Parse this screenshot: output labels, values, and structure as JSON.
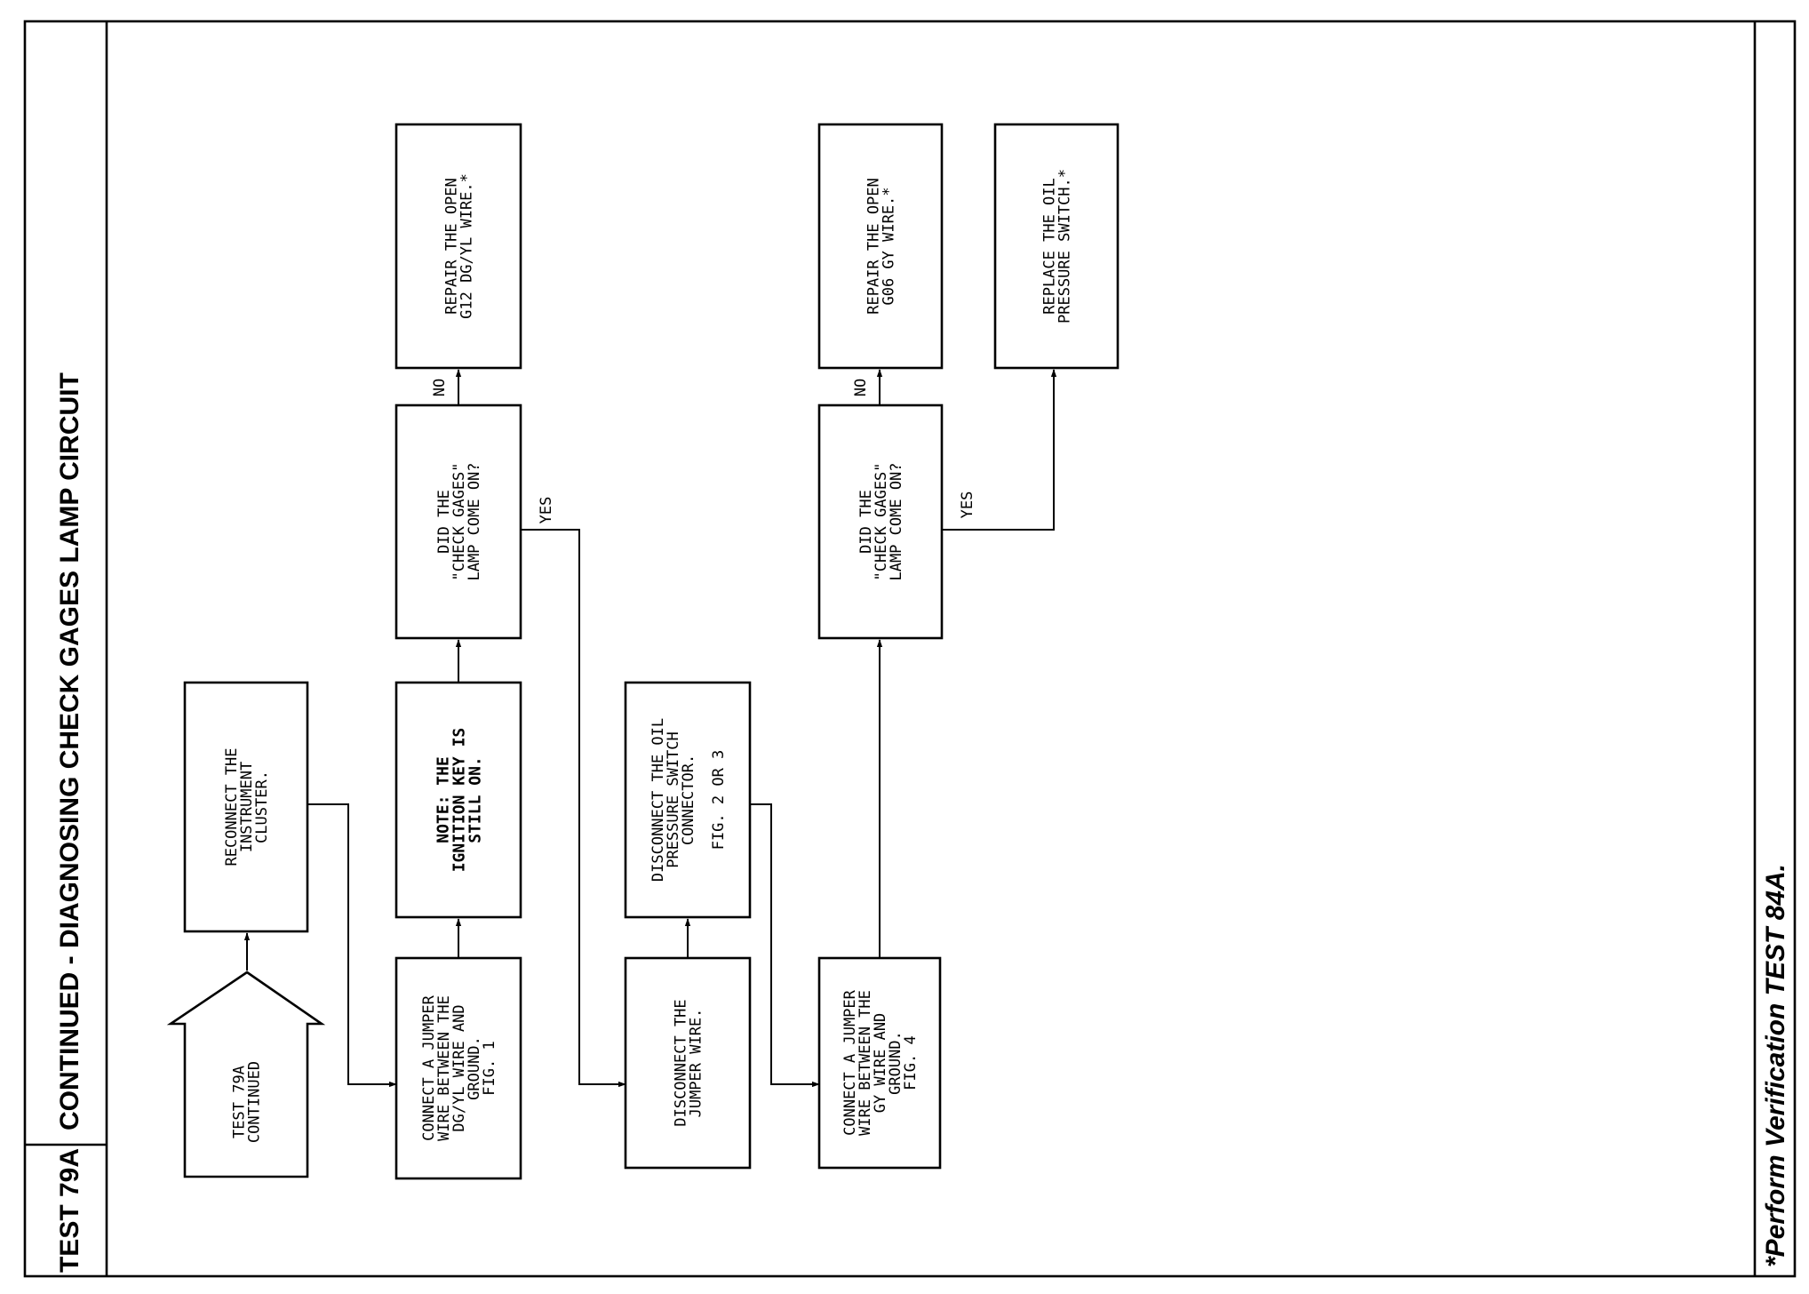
{
  "header": {
    "test_id": "TEST 79A",
    "title": "CONTINUED - DIAGNOSING CHECK GAGES LAMP CIRCUIT"
  },
  "footer": {
    "note": "*Perform Verification TEST 84A."
  },
  "flowchart": {
    "start": [
      "TEST 79A",
      "CONTINUED"
    ],
    "reconnect": [
      "RECONNECT THE",
      "INSTRUMENT",
      "CLUSTER."
    ],
    "connect_jumper_1": [
      "CONNECT A JUMPER",
      "WIRE BETWEEN THE",
      "DG/YL WIRE AND",
      "GROUND.",
      "FIG. 1"
    ],
    "note_ignition": [
      "NOTE: THE",
      "IGNITION KEY IS",
      "STILL ON."
    ],
    "question_1": [
      "DID THE",
      "\"CHECK GAGES\"",
      "LAMP COME ON?"
    ],
    "repair_1": [
      "REPAIR THE OPEN",
      "G12 DG/YL WIRE.*"
    ],
    "disconnect_jumper": [
      "DISCONNECT THE",
      "JUMPER WIRE."
    ],
    "disconnect_oil": [
      "DISCONNECT THE OIL",
      "PRESSURE SWITCH",
      "CONNECTOR.",
      "",
      "FIG. 2 OR 3"
    ],
    "connect_jumper_2": [
      "CONNECT A JUMPER",
      "WIRE BETWEEN THE",
      "GY WIRE AND",
      "GROUND.",
      "FIG. 4"
    ],
    "question_2": [
      "DID THE",
      "\"CHECK GAGES\"",
      "LAMP COME ON?"
    ],
    "repair_2": [
      "REPAIR THE OPEN",
      "G06 GY WIRE.*"
    ],
    "replace_switch": [
      "REPLACE THE OIL",
      "PRESSURE SWITCH.*"
    ],
    "labels": {
      "no": "NO",
      "yes": "YES"
    }
  }
}
